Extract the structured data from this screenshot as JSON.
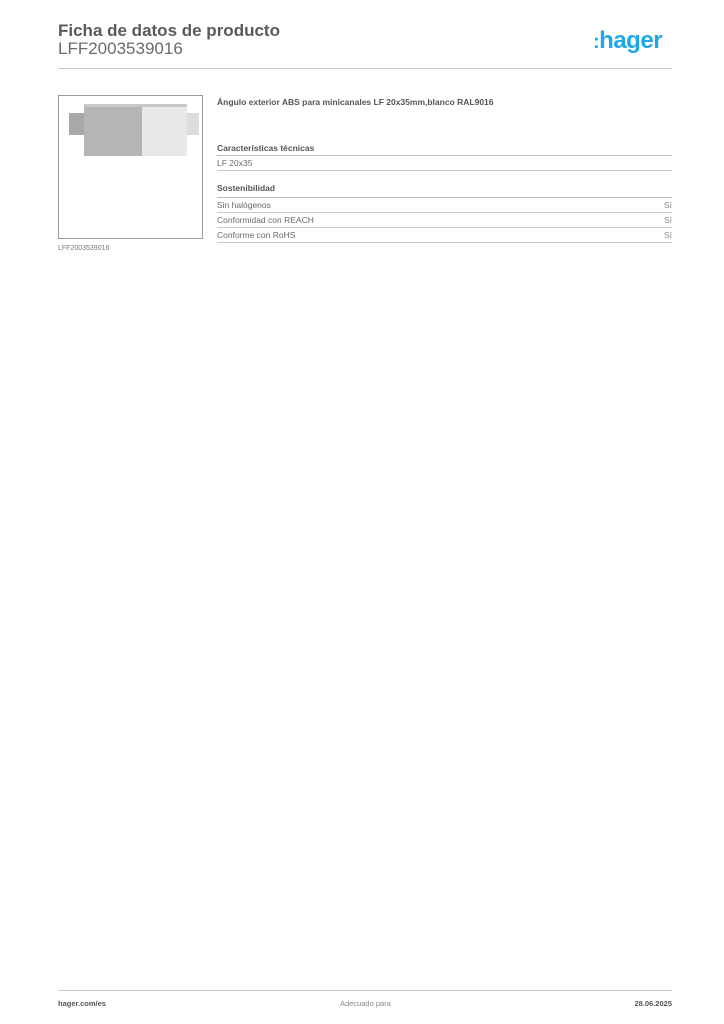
{
  "header": {
    "title": "Ficha de datos de producto",
    "product_code": "LFF2003539016",
    "logo_text": "hager",
    "logo_color": "#1ea9e6"
  },
  "product": {
    "image_alt": "product-image",
    "image_caption": "LFF2003539016",
    "description": "Ángulo exterior ABS para minicanales LF 20x35mm,blanco RAL9016"
  },
  "sections": [
    {
      "title": "Características técnicas",
      "rows": [
        {
          "label": "LF 20x35",
          "value": ""
        }
      ]
    },
    {
      "title": "Sostenibilidad",
      "rows": [
        {
          "label": "Sin halógenos",
          "value": "Sí"
        },
        {
          "label": "Conformidad con REACH",
          "value": "Sí"
        },
        {
          "label": "Conforme con RoHS",
          "value": "Sí"
        }
      ]
    }
  ],
  "footer": {
    "website": "hager.com/es",
    "middle": "Adecuado para",
    "date": "28.06.2025"
  }
}
